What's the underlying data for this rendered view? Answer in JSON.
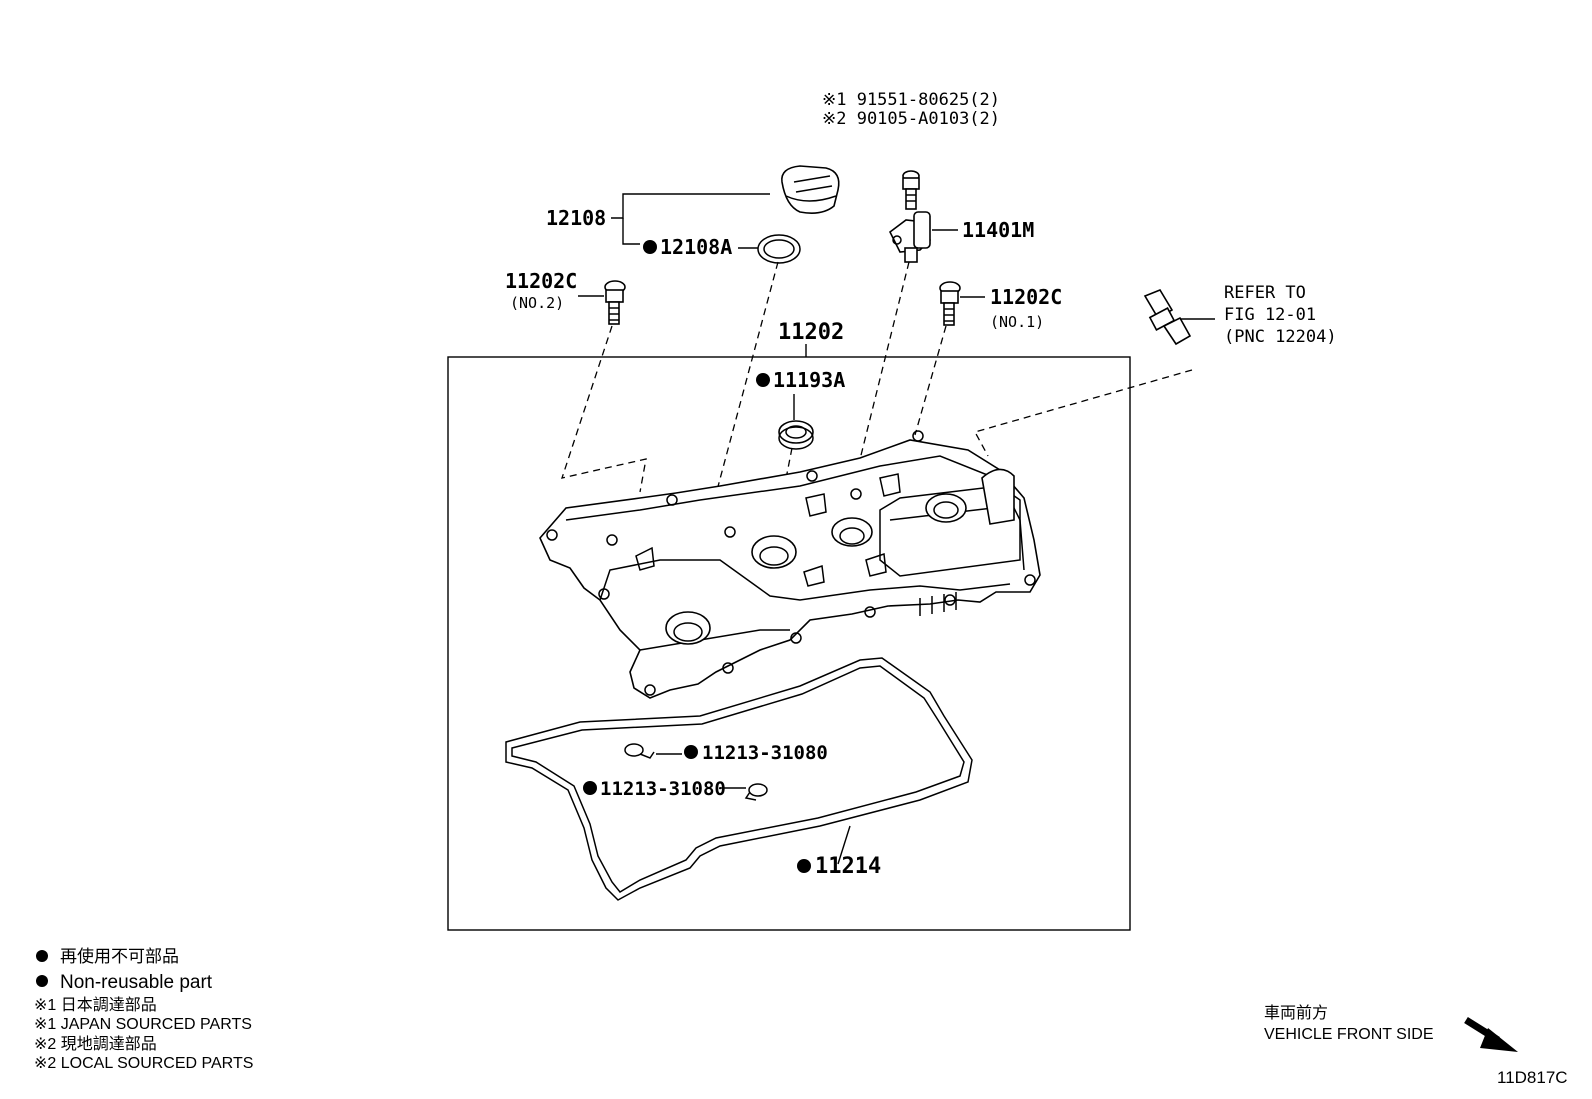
{
  "notes": {
    "line1": "※1 91551-80625(2)",
    "line2": "※2 90105-A0103(2)"
  },
  "labels": {
    "oil_filler_cap": "12108",
    "cap_gasket": "12108A",
    "bolt_left": "11202C",
    "bolt_left_sub": "(NO.2)",
    "bolt_right": "11202C",
    "bolt_right_sub": "(NO.1)",
    "sensor": "11401M",
    "head_cover": "11202",
    "plug_gasket": "11193A",
    "gasket_small_1": "11213-31080",
    "gasket_small_2": "11213-31080",
    "cover_gasket": "11214",
    "refer_1": "REFER TO",
    "refer_2": "FIG 12-01",
    "refer_3": "(PNC 12204)"
  },
  "legend": {
    "line1": "再使用不可部品",
    "line2": "Non-reusable part",
    "line3": "※1  日本調達部品",
    "line4": "※1  JAPAN SOURCED PARTS",
    "line5": "※2  現地調達部品",
    "line6": "※2  LOCAL SOURCED PARTS"
  },
  "direction": {
    "jp": "車両前方",
    "en": "VEHICLE FRONT SIDE"
  },
  "figure_code": "11D817C"
}
